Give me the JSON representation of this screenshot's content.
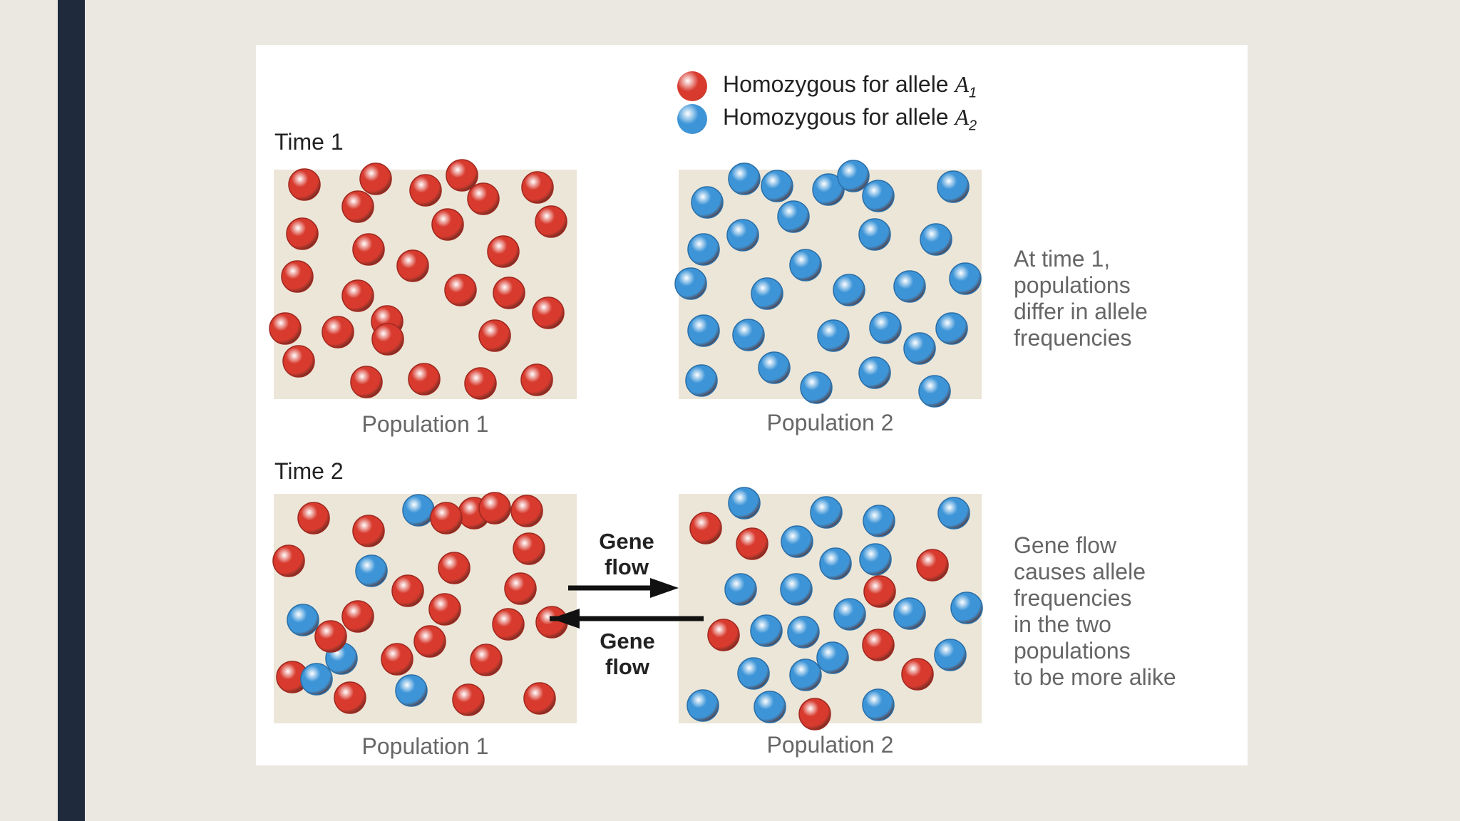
{
  "colors": {
    "allele_a1": "#d83a2e",
    "allele_a2": "#3d95d8"
  },
  "legend": {
    "a1_prefix": "Homozygous for allele ",
    "a1_allele": "A",
    "a1_subscript": "1",
    "a2_prefix": "Homozygous for allele ",
    "a2_allele": "A",
    "a2_subscript": "2"
  },
  "time1": {
    "label": "Time 1",
    "population1_label": "Population 1",
    "population2_label": "Population 2",
    "population1": {
      "a1_count": 28,
      "a2_count": 0
    },
    "population2": {
      "a1_count": 0,
      "a2_count": 29
    },
    "note_lines": [
      "At time 1,",
      "populations",
      "differ in allele",
      "frequencies"
    ]
  },
  "time2": {
    "label": "Time 2",
    "population1_label": "Population 1",
    "population2_label": "Population 2",
    "population1": {
      "a1_count": 23,
      "a2_count": 6
    },
    "population2": {
      "a1_count": 8,
      "a2_count": 21
    },
    "gene_flow_right": [
      "Gene",
      "flow"
    ],
    "gene_flow_left": [
      "Gene",
      "flow"
    ],
    "note_lines": [
      "Gene flow",
      "causes allele",
      "frequencies",
      "in the two",
      "populations",
      "to be more alike"
    ]
  }
}
